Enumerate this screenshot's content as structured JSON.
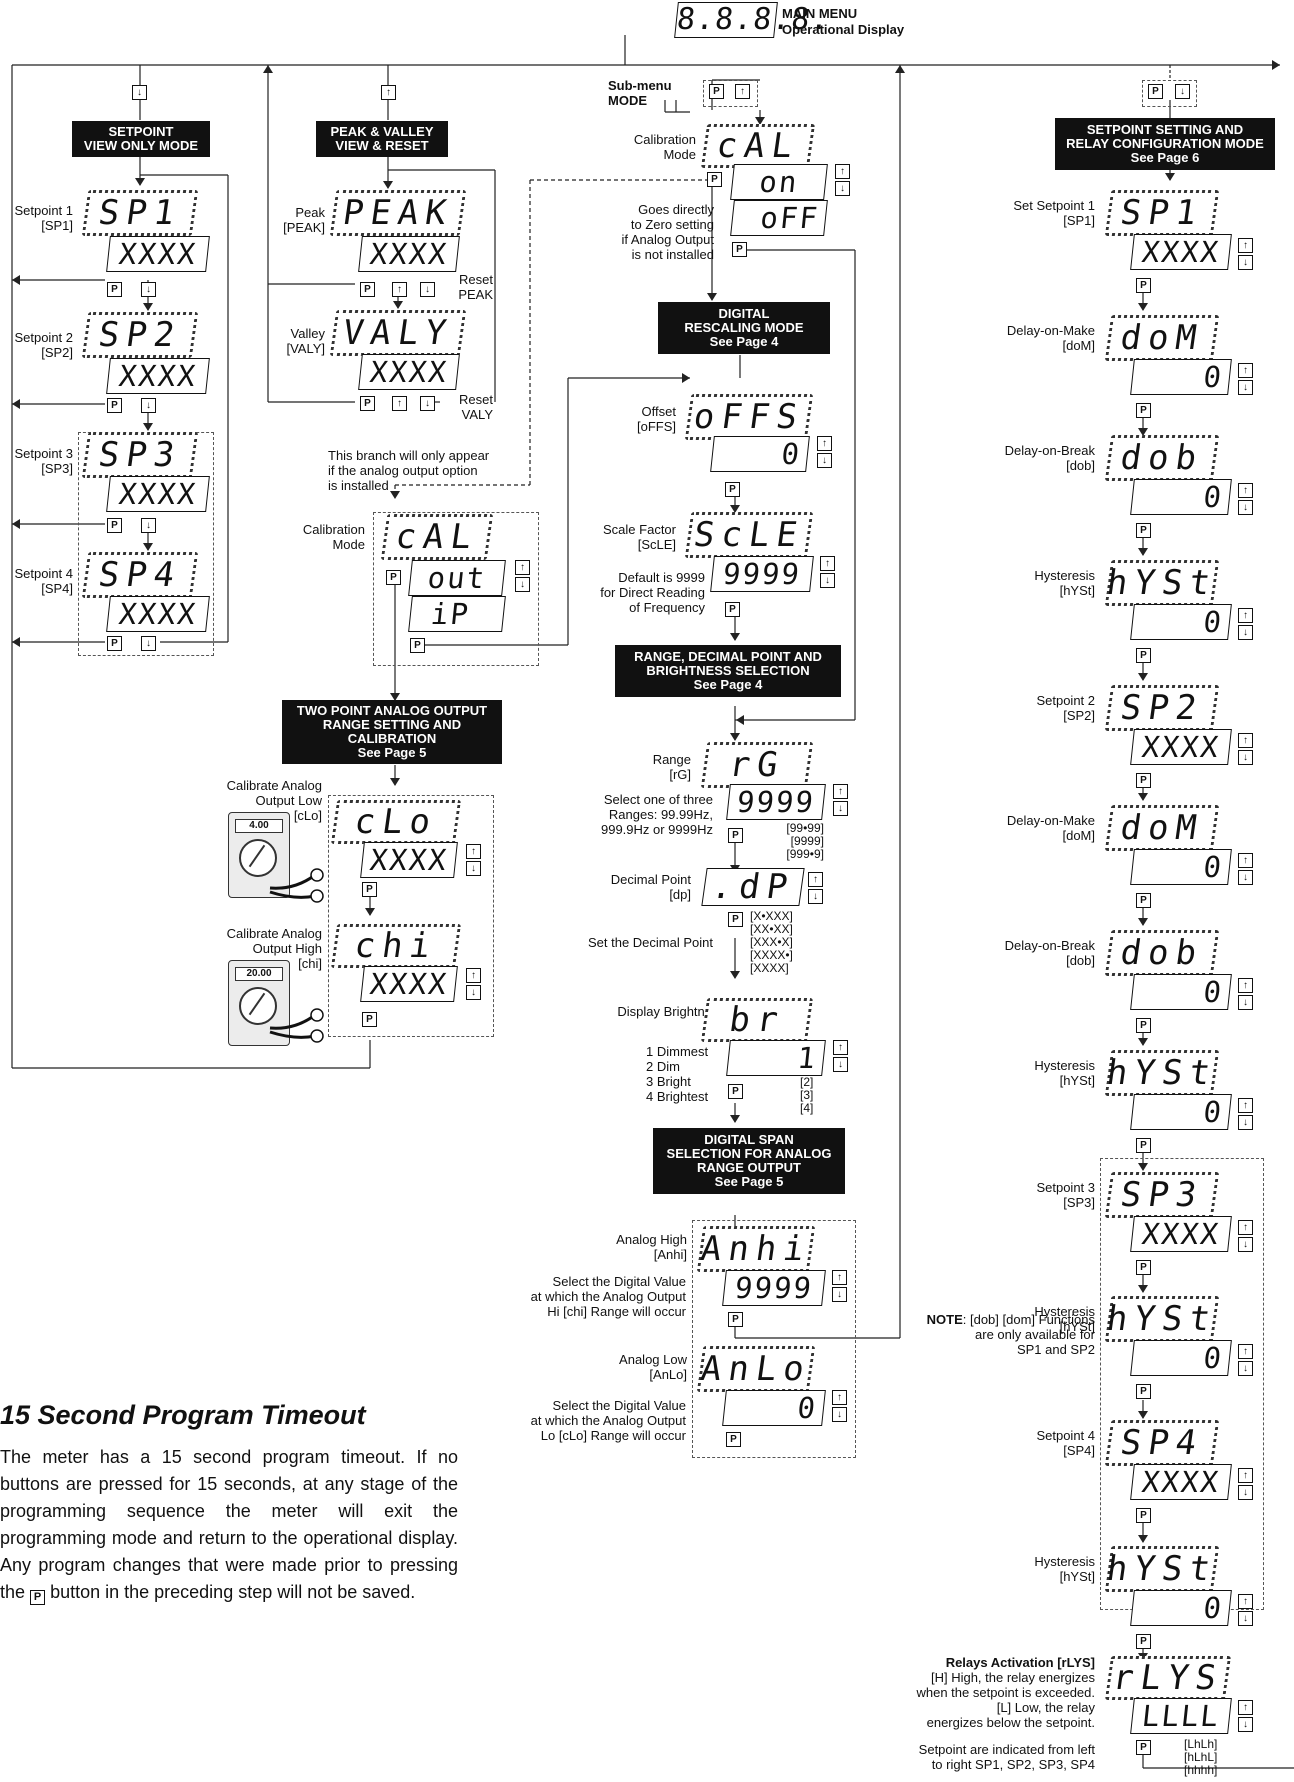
{
  "main_menu": {
    "display": "8.8.8.8.",
    "title": "MAIN MENU",
    "subtitle": "Operational Display"
  },
  "submenu_mode": "Sub-menu\nMODE",
  "keys": {
    "p": "P",
    "up": "↑",
    "down": "↓"
  },
  "setpoint_view": {
    "header": "SETPOINT\nVIEW ONLY MODE",
    "items": [
      {
        "label": "Setpoint 1\n[SP1]",
        "mnemonic": "SP1",
        "value": "XXXX"
      },
      {
        "label": "Setpoint 2\n[SP2]",
        "mnemonic": "SP2",
        "value": "XXXX"
      },
      {
        "label": "Setpoint 3\n[SP3]",
        "mnemonic": "SP3",
        "value": "XXXX"
      },
      {
        "label": "Setpoint 4\n[SP4]",
        "mnemonic": "SP4",
        "value": "XXXX"
      }
    ]
  },
  "peak_valley": {
    "header": "PEAK & VALLEY\nVIEW & RESET",
    "peak": {
      "label": "Peak\n[PEAK]",
      "mnemonic": "PEAK",
      "value": "XXXX",
      "reset": "Reset\nPEAK"
    },
    "valley": {
      "label": "Valley\n[VALY]",
      "mnemonic": "VALY",
      "value": "XXXX",
      "reset": "Reset\nVALY"
    }
  },
  "calibration_top": {
    "label": "Calibration\nMode",
    "mnemonic": "cAL",
    "options": [
      "on",
      "oFF"
    ],
    "note": "Goes directly\nto Zero setting\nif Analog Output\nis not installed"
  },
  "branch_note": "This branch will only appear\nif the analog output option\nis installed",
  "calibration_mid": {
    "label": "Calibration\nMode",
    "mnemonic": "cAL",
    "options": [
      "out",
      "iP"
    ]
  },
  "two_point": {
    "header": "TWO POINT ANALOG OUTPUT\nRANGE SETTING AND\nCALIBRATION\nSee Page 5",
    "low": {
      "label": "Calibrate Analog\nOutput Low\n[cLo]",
      "mnemonic": "cLo",
      "value": "XXXX",
      "meter": "4.00"
    },
    "high": {
      "label": "Calibrate Analog\nOutput High\n[chi]",
      "mnemonic": "chi",
      "value": "XXXX",
      "meter": "20.00"
    }
  },
  "digital_rescaling": {
    "header": "DIGITAL\nRESCALING MODE\nSee Page 4",
    "offset": {
      "label": "Offset\n[oFFS]",
      "mnemonic": "oFFS",
      "value": "0"
    },
    "scale": {
      "label": "Scale Factor\n[ScLE]",
      "mnemonic": "ScLE",
      "value": "9999",
      "note": "Default is 9999\nfor Direct Reading\nof Frequency"
    }
  },
  "range_section": {
    "header": "RANGE, DECIMAL POINT AND\nBRIGHTNESS SELECTION\nSee Page 4",
    "range": {
      "label": "Range\n[rG]",
      "mnemonic": "rG",
      "value": "9999",
      "note": "Select one of three\nRanges: 99.99Hz,\n999.9Hz or 9999Hz",
      "options": "[99•99]\n[9999]\n[999•9]"
    },
    "dp": {
      "label": "Decimal Point\n[dp]",
      "mnemonic": ".dP",
      "note": "Set the Decimal Point",
      "options": "[X•XXX]\n[XX•XX]\n[XXX•X]\n[XXXX•]\n[XXXX]"
    },
    "brightness": {
      "label": "Display Brightness\n[br]",
      "mnemonic": "br",
      "value": "1",
      "note": "1  Dimmest\n2  Dim\n3  Bright\n4  Brightest",
      "options": "[2]\n[3]\n[4]"
    }
  },
  "digital_span": {
    "header": "DIGITAL SPAN\nSELECTION FOR  ANALOG\nRANGE OUTPUT\nSee Page 5",
    "anhi": {
      "label": "Analog High\n[Anhi]",
      "mnemonic": "Anhi",
      "value": "9999",
      "note": "Select the Digital Value\nat which the Analog Output\nHi [chi] Range will occur"
    },
    "anlo": {
      "label": "Analog Low\n[AnLo]",
      "mnemonic": "AnLo",
      "value": "0",
      "note": "Select the Digital Value\nat which the Analog Output\nLo [cLo] Range will occur"
    }
  },
  "setpoint_config": {
    "header": "SETPOINT SETTING  AND\nRELAY CONFIGURATION MODE\nSee Page 6",
    "items": [
      {
        "label": "Set Setpoint 1\n[SP1]",
        "mnemonic": "SP1",
        "value": "XXXX"
      },
      {
        "label": "Delay-on-Make\n[doM]",
        "mnemonic": "doM",
        "value": "0"
      },
      {
        "label": "Delay-on-Break\n[dob]",
        "mnemonic": "dob",
        "value": "0"
      },
      {
        "label": "Hysteresis\n[hYSt]",
        "mnemonic": "hYSt",
        "value": "0"
      },
      {
        "label": "Setpoint 2\n[SP2]",
        "mnemonic": "SP2",
        "value": "XXXX"
      },
      {
        "label": "Delay-on-Make\n[doM]",
        "mnemonic": "doM",
        "value": "0"
      },
      {
        "label": "Delay-on-Break\n[dob]",
        "mnemonic": "dob",
        "value": "0"
      },
      {
        "label": "Hysteresis\n[hYSt]",
        "mnemonic": "hYSt",
        "value": "0"
      },
      {
        "label": "Setpoint 3\n[SP3]",
        "mnemonic": "SP3",
        "value": "XXXX"
      },
      {
        "label": "Hysteresis\n[hYSt]",
        "mnemonic": "hYSt",
        "value": "0"
      },
      {
        "label": "Setpoint 4\n[SP4]",
        "mnemonic": "SP4",
        "value": "XXXX"
      },
      {
        "label": "Hysteresis\n[hYSt]",
        "mnemonic": "hYSt",
        "value": "0"
      }
    ],
    "note_bold": "NOTE",
    "note": ": [dob] [dom] Functions\nare only available for\nSP1 and SP2",
    "relays": {
      "label_bold": "Relays Activation [rLYS]",
      "label": "[H] High, the relay energizes\nwhen the setpoint is exceeded.\n[L] Low, the relay\nenergizes below the setpoint.",
      "label2": "Setpoint are indicated from left\nto right SP1, SP2,   SP3, SP4",
      "mnemonic": "rLYS",
      "value": "LLLL",
      "options": "[LhLh]\n[hLhL]\n[hhhh]"
    }
  },
  "timeout": {
    "title": "15 Second Program Timeout",
    "text_before": "The meter has a 15 second program timeout. If no buttons are pressed for 15 seconds, at any stage of the programming sequence the meter will exit the programming mode and return to the operational display. Any program changes that were made prior to pressing the",
    "text_after": "button in the preceding step will not be saved."
  }
}
